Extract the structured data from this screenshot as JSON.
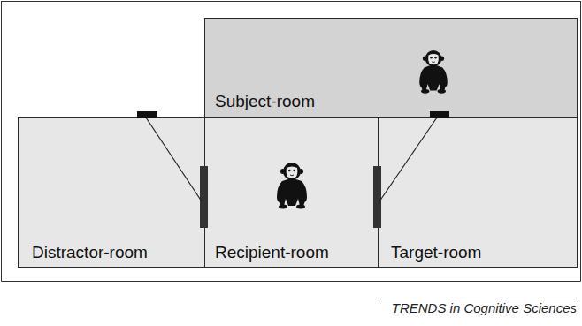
{
  "diagram": {
    "nodes": [
      {
        "text": [
          "Subject-room"
        ]
      },
      {
        "text": [
          "Distractor-room"
        ]
      },
      {
        "text": [
          "Recipient-room"
        ]
      },
      {
        "text": [
          "Target-room"
        ]
      }
    ],
    "labels": [
      "TRENDS in Cognitive Sciences"
    ]
  }
}
